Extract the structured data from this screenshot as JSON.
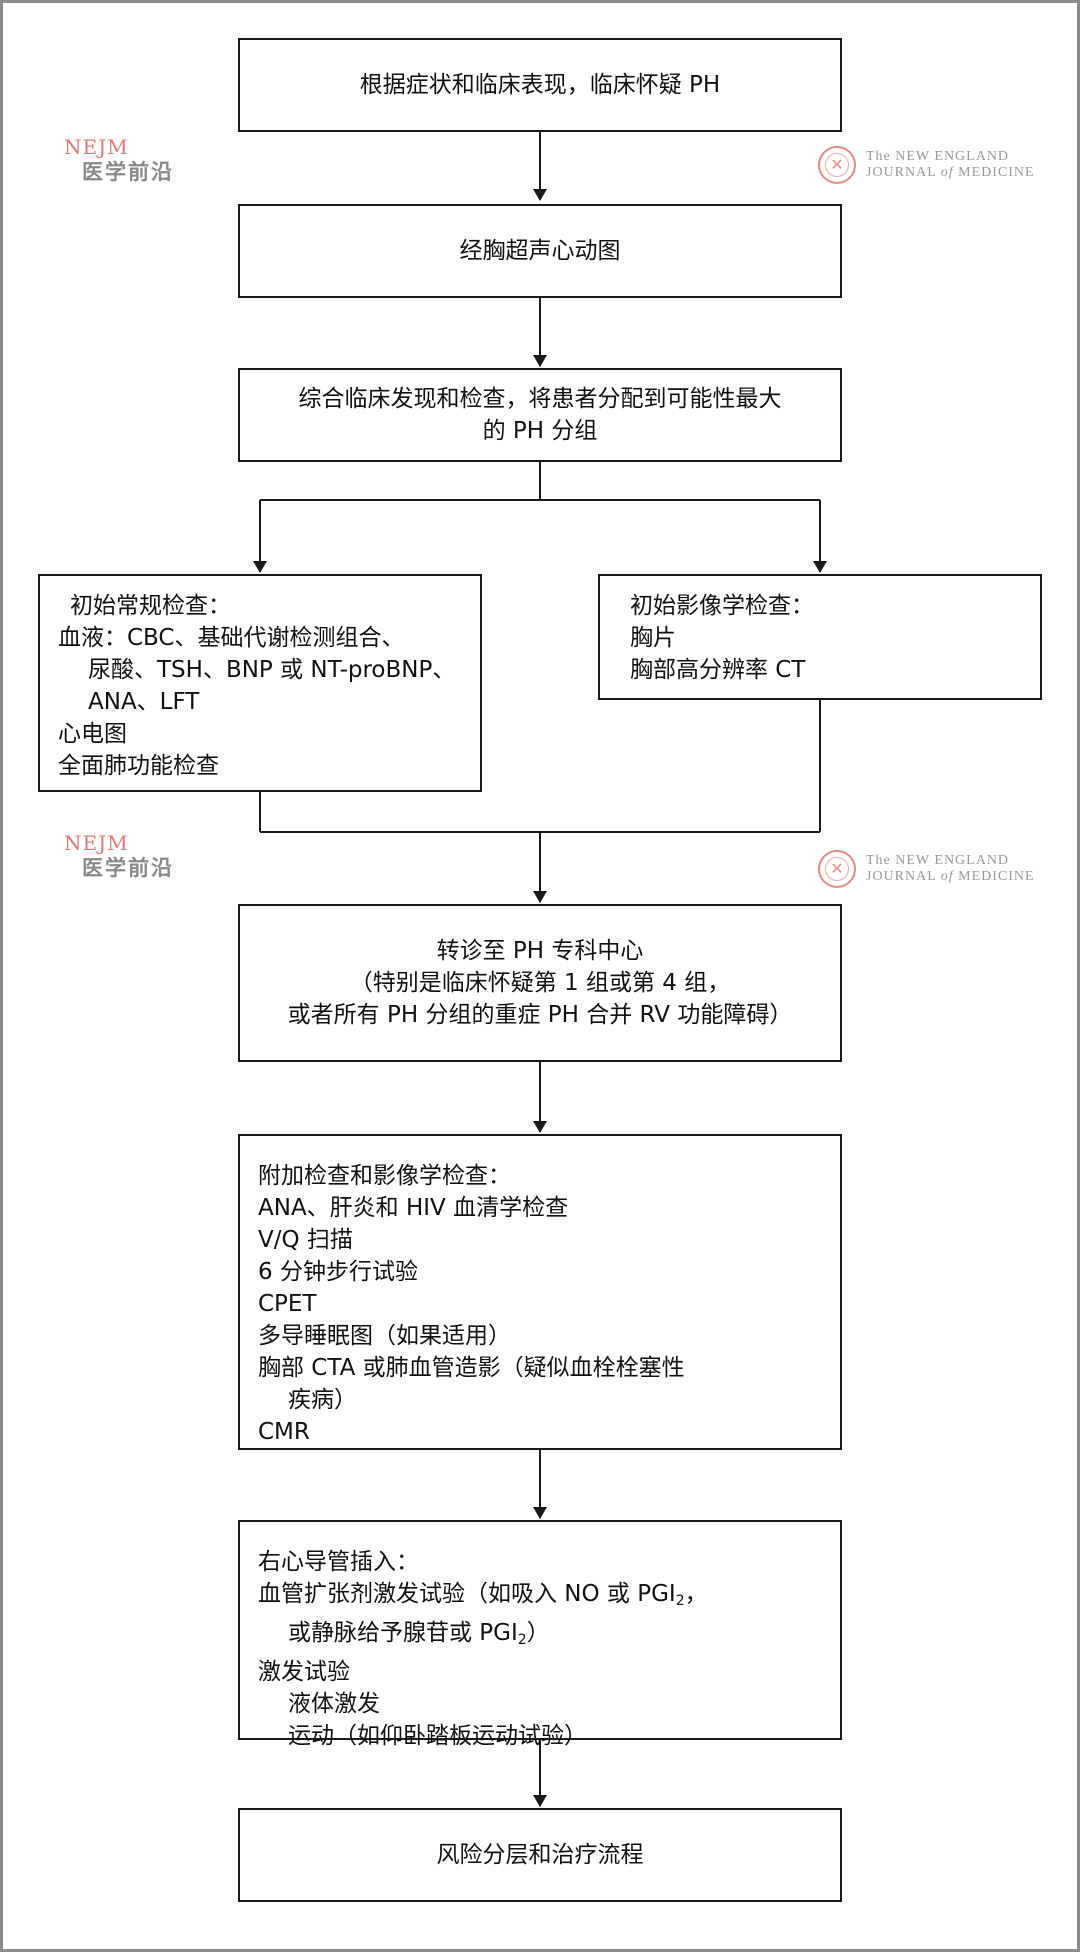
{
  "watermarks": {
    "nejm_cn_logo": "NEJM",
    "nejm_cn_sub": "医学前沿",
    "nejm_en_line1_prefix": "The",
    "nejm_en_line1": "NEW ENGLAND",
    "nejm_en_line2a": "JOURNAL",
    "nejm_en_line2b": "of",
    "nejm_en_line2c": "MEDICINE"
  },
  "flow": {
    "step1": "根据症状和临床表现，临床怀疑 PH",
    "step2": "经胸超声心动图",
    "step3": {
      "line1": "综合临床发现和检查，将患者分配到可能性最大",
      "line2": "的 PH 分组"
    },
    "routine": {
      "title": "初始常规检查：",
      "blood_1": "血液：CBC、基础代谢检测组合、",
      "blood_2": "尿酸、TSH、BNP 或 NT-proBNP、",
      "blood_3": "ANA、LFT",
      "ecg": "心电图",
      "pft": "全面肺功能检查"
    },
    "imaging": {
      "title": "初始影像学检查：",
      "item1": "胸片",
      "item2": "胸部高分辨率 CT"
    },
    "referral": {
      "line1": "转诊至 PH 专科中心",
      "line2": "（特别是临床怀疑第 1 组或第 4 组，",
      "line3": "或者所有 PH 分组的重症 PH 合并 RV 功能障碍）"
    },
    "additional": {
      "title": "附加检查和影像学检查：",
      "item1": "ANA、肝炎和 HIV 血清学检查",
      "item2": "V/Q 扫描",
      "item3": "6 分钟步行试验",
      "item4": "CPET",
      "item5": "多导睡眠图（如果适用）",
      "item6a": "胸部 CTA 或肺血管造影（疑似血栓栓塞性",
      "item6b": "疾病）",
      "item7": "CMR"
    },
    "rhc": {
      "title": "右心导管插入：",
      "vaso_1a": "血管扩张剂激发试验（如吸入 NO 或 PGI",
      "vaso_1sub": "2",
      "vaso_1c": "，",
      "vaso_2a": "或静脉给予腺苷或 PGI",
      "vaso_2sub": "2",
      "vaso_2c": "）",
      "provoke": "激发试验",
      "fluid": "液体激发",
      "exercise": "运动（如仰卧踏板运动试验）"
    },
    "final": "风险分层和治疗流程"
  }
}
